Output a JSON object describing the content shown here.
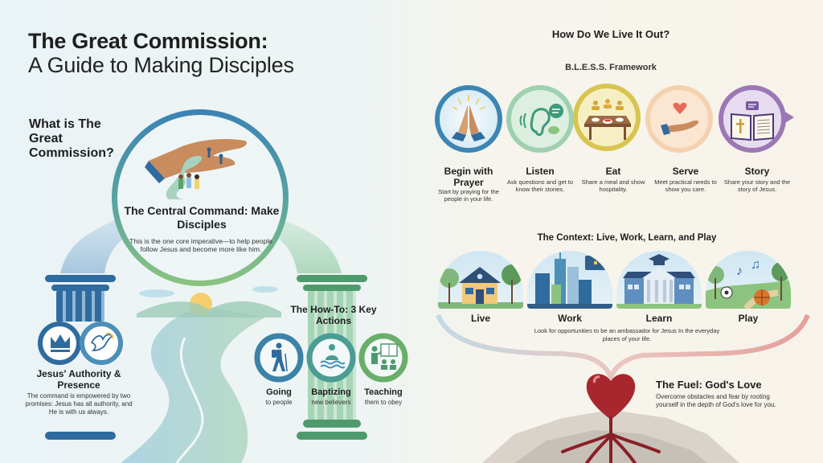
{
  "header": {
    "title_line1": "The Great Commission:",
    "title_line2": "A Guide to Making Disciples"
  },
  "what_is": {
    "question": "What is The Great Commission?"
  },
  "central_command": {
    "title": "The Central Command: Make Disciples",
    "description": "This is the one core imperative—to help people follow Jesus and become more like him.",
    "icon": "hand-holding-path-icon"
  },
  "authority": {
    "title": "Jesus' Authority & Presence",
    "description": "The command is empowered by two promises: Jesus has all authority, and He is with us always.",
    "icons": [
      "crown-icon",
      "dove-icon"
    ],
    "color": "#2f6b9e"
  },
  "how_to": {
    "title": "The How-To: 3 Key Actions",
    "color": "#4f9a6c",
    "actions": [
      {
        "label": "Going",
        "sub": "to people",
        "icon": "hiker-icon",
        "color": "#3b82a8"
      },
      {
        "label": "Baptizing",
        "sub": "new believers",
        "icon": "baptism-water-icon",
        "color": "#4a9c94"
      },
      {
        "label": "Teaching",
        "sub": "them to obey",
        "icon": "teacher-book-icon",
        "color": "#6aae6a"
      }
    ]
  },
  "live_out": {
    "heading": "How Do We Live It Out?",
    "framework_title": "B.L.E.S.S. Framework",
    "steps": [
      {
        "label": "Begin with Prayer",
        "desc": "Start by praying for the people in your life.",
        "icon": "praying-hands-icon",
        "color": "#3d86b3",
        "bg": "#d4e9f3"
      },
      {
        "label": "Listen",
        "desc": "Ask questions and get to know their stories.",
        "icon": "ear-speech-icon",
        "color": "#7fbf94",
        "bg": "#dcefe0"
      },
      {
        "label": "Eat",
        "desc": "Share a meal and show hospitality.",
        "icon": "dining-table-icon",
        "color": "#d7c54f",
        "bg": "#f7efc4"
      },
      {
        "label": "Serve",
        "desc": "Meet practical needs to show you care.",
        "icon": "hand-heart-icon",
        "color": "#f0c49a",
        "bg": "#fbe6d1"
      },
      {
        "label": "Story",
        "desc": "Share your story and the story of Jesus.",
        "icon": "open-bible-icon",
        "color": "#9b78b4",
        "bg": "#e7dcef"
      }
    ]
  },
  "context": {
    "title": "The Context: Live, Work, Learn, and Play",
    "places": [
      {
        "label": "Live",
        "icon": "house-icon"
      },
      {
        "label": "Work",
        "icon": "city-briefcase-icon"
      },
      {
        "label": "Learn",
        "icon": "school-building-icon"
      },
      {
        "label": "Play",
        "icon": "park-ball-music-icon"
      }
    ],
    "description": "Look for opportunities to be an ambassador for Jesus In the everyday places of your life."
  },
  "fuel": {
    "title": "The Fuel: God's Love",
    "description": "Overcome obstacles and fear by rooting yourself in the depth of God's love for you.",
    "icon": "heart-tree-roots-icon",
    "color": "#a8272f"
  }
}
